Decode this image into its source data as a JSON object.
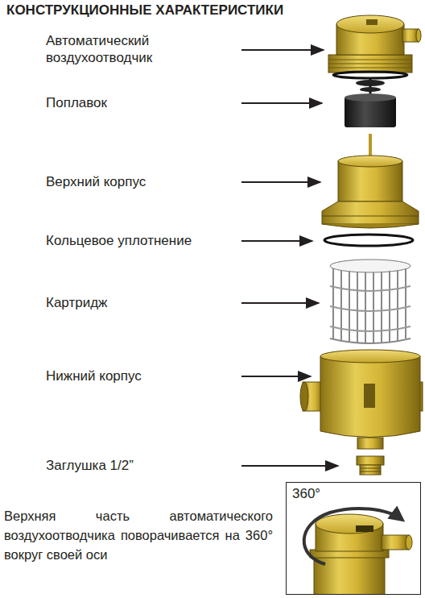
{
  "diagram": {
    "title": "КОНСТРУКЦИОННЫЕ ХАРАКТЕРИСТИКИ",
    "nodes": [
      {
        "text": [
          "360°"
        ]
      }
    ],
    "labels": [
      "Автоматический воздухоотводчик",
      "Поплавок",
      "Верхний корпус",
      "Кольцевое уплотнение",
      "Картридж",
      "Нижний корпус",
      "Заглушка 1/2”",
      "Верхняя часть автоматического воздухоотводчика поворачивается на 360° вокруг своей оси"
    ]
  }
}
